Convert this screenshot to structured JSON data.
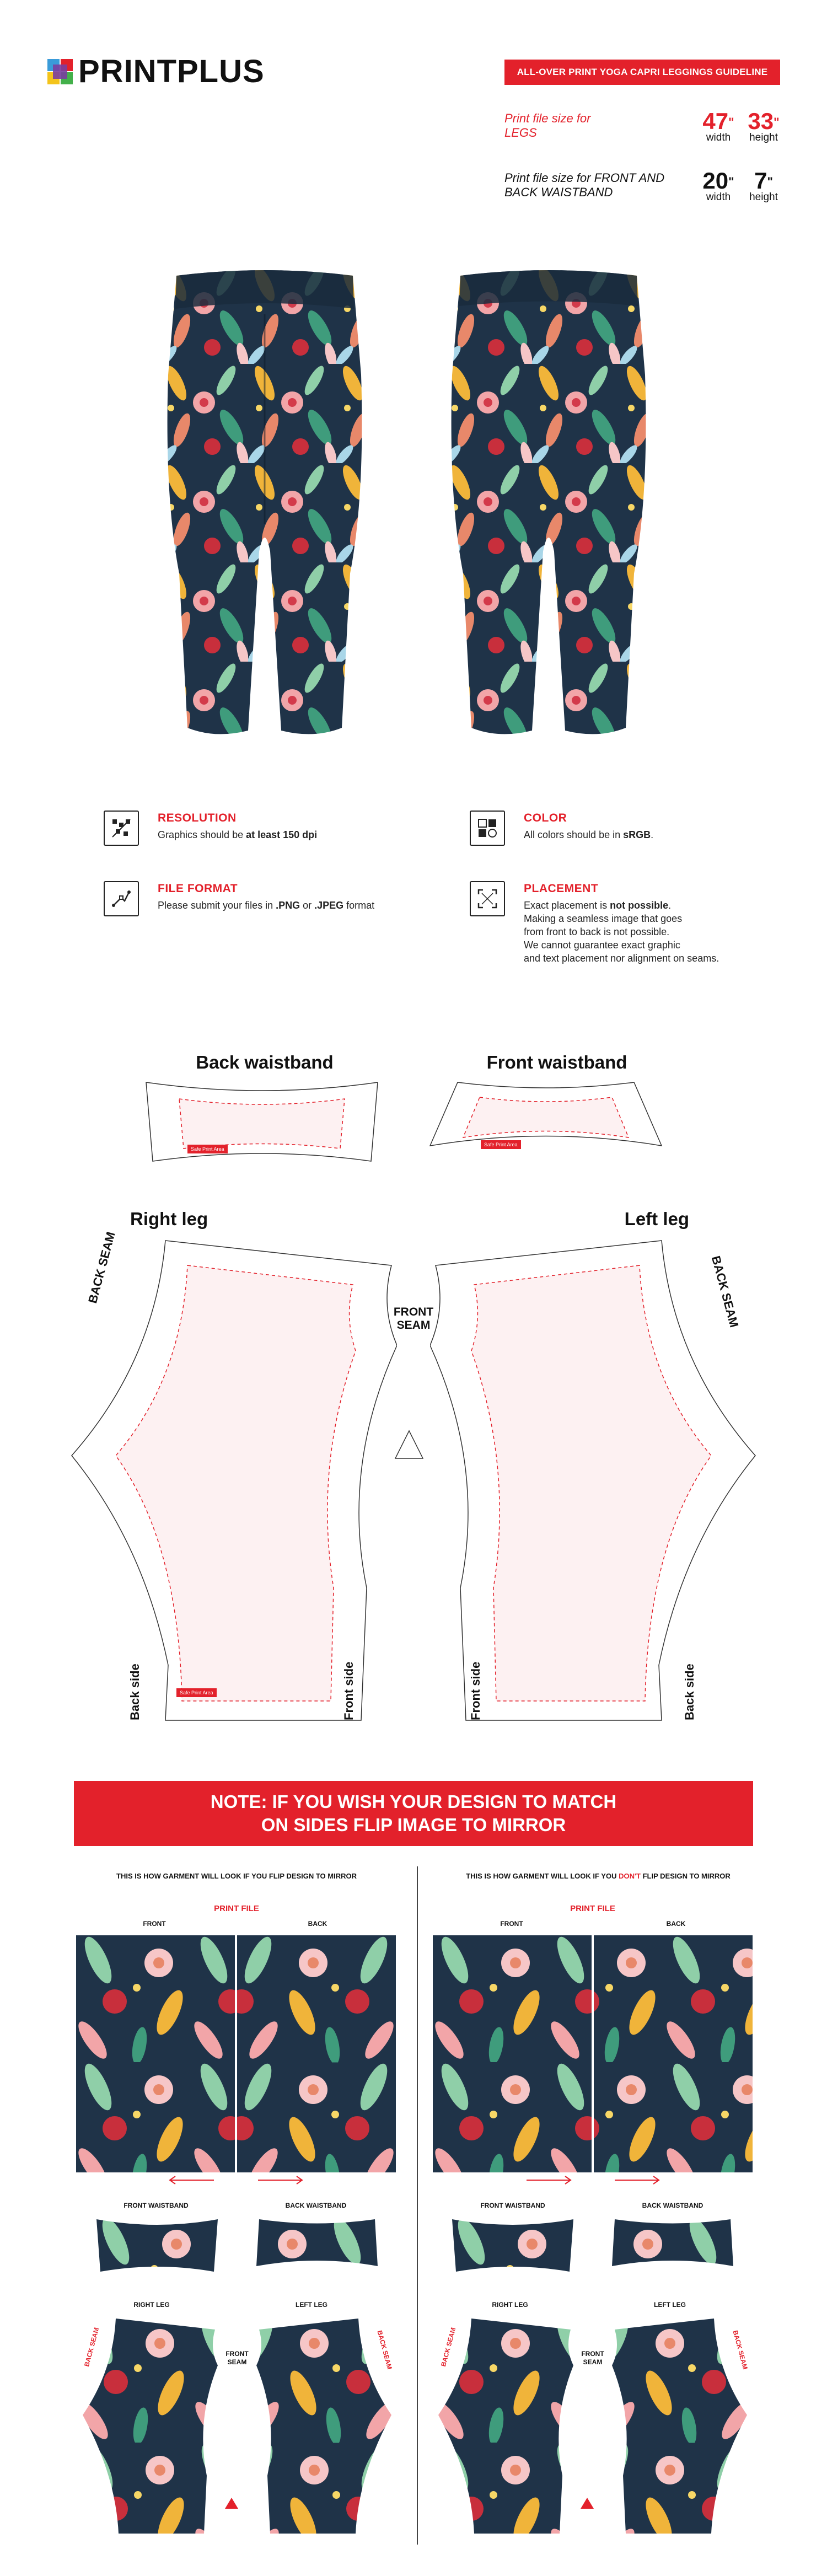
{
  "header": {
    "brand": "PRINTPLUS",
    "guideline_title": "ALL-OVER PRINT YOGA CAPRI LEGGINGS GUIDELINE"
  },
  "specs": {
    "legs": {
      "label_line1": "Print file size for",
      "label_line2": "LEGS",
      "width_value": "47",
      "height_value": "33",
      "width_unit": "width",
      "height_unit": "height"
    },
    "waistband": {
      "label_line1": "Print file size for FRONT AND",
      "label_line2": "BACK WAISTBAND",
      "width_value": "20",
      "height_value": "7",
      "width_unit": "width",
      "height_unit": "height"
    },
    "inch_mark": "\""
  },
  "info": {
    "resolution": {
      "title": "RESOLUTION",
      "text_pre": "Graphics should be ",
      "text_bold": "at least 150 dpi"
    },
    "color": {
      "title": "COLOR",
      "text_pre": "All colors should be in ",
      "text_bold": "sRGB",
      "text_post": "."
    },
    "file_format": {
      "title": "FILE FORMAT",
      "text_pre": "Please submit your files in ",
      "png": ".PNG",
      "or": " or ",
      "jpeg": ".JPEG",
      "text_post": " format"
    },
    "placement": {
      "title": "PLACEMENT",
      "line1_pre": "Exact placement is ",
      "line1_bold": "not possible",
      "line1_post": ".",
      "line2": "Making a seamless image that goes",
      "line3": "from front to back is not possible.",
      "line4": "We cannot guarantee exact graphic",
      "line5": "and text placement nor alignment on seams."
    }
  },
  "template": {
    "back_waistband": "Back waistband",
    "front_waistband": "Front waistband",
    "right_leg": "Right leg",
    "left_leg": "Left leg",
    "back_seam": "BACK SEAM",
    "front_seam_1": "FRONT",
    "front_seam_2": "SEAM",
    "back_side": "Back side",
    "front_side": "Front side",
    "safe_area": "Safe Print Area"
  },
  "note": {
    "line1": "NOTE: IF YOU WISH YOUR DESIGN TO MATCH",
    "line2": "ON SIDES FLIP IMAGE TO MIRROR"
  },
  "comparison": {
    "left_heading": "THIS IS HOW GARMENT WILL LOOK IF YOU FLIP DESIGN TO MIRROR",
    "right_heading_pre": "THIS IS HOW GARMENT WILL LOOK IF YOU ",
    "right_heading_dont": "DON'T",
    "right_heading_post": " FLIP DESIGN TO MIRROR",
    "print_file": "PRINT FILE",
    "front": "FRONT",
    "back": "BACK",
    "front_waistband": "FRONT WAISTBAND",
    "back_waistband": "BACK WAISTBAND",
    "right_leg": "RIGHT LEG",
    "left_leg": "LEFT LEG",
    "back_seam": "BACK SEAM",
    "front_seam_1": "FRONT",
    "front_seam_2": "SEAM"
  },
  "colors": {
    "accent": "#e3212b",
    "pattern_bg": "#1f3348"
  }
}
